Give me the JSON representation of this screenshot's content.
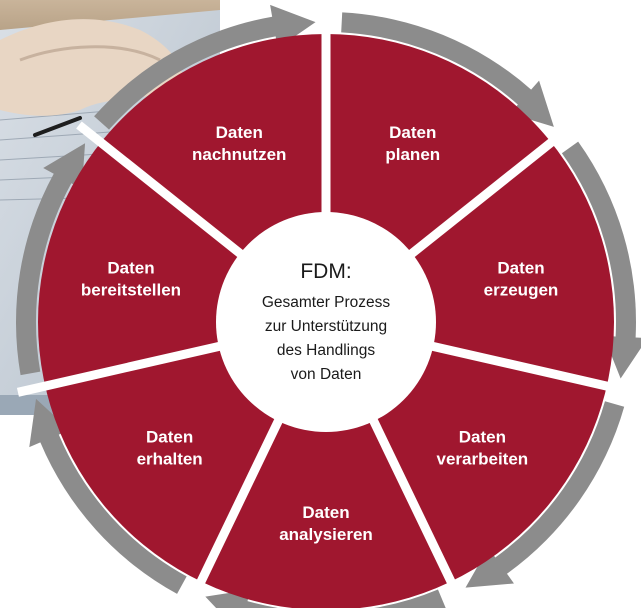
{
  "colors": {
    "segment_fill": "#a0172f",
    "arrow_ring": "#8c8c8c",
    "separator": "#ffffff",
    "center_fill": "#ffffff"
  },
  "background_photo": {
    "icon": "hand-writing-notes-photo"
  },
  "center": {
    "title": "FDM:",
    "lines": [
      "Gesamter Prozess",
      "zur Unterstützung",
      "des Handlings",
      "von Daten"
    ]
  },
  "segments": [
    {
      "line1": "Daten",
      "line2": "planen"
    },
    {
      "line1": "Daten",
      "line2": "erzeugen"
    },
    {
      "line1": "Daten",
      "line2": "verarbeiten"
    },
    {
      "line1": "Daten",
      "line2": "analysieren"
    },
    {
      "line1": "Daten",
      "line2": "erhalten"
    },
    {
      "line1": "Daten",
      "line2": "bereitstellen"
    },
    {
      "line1": "Daten",
      "line2": "nachnutzen"
    }
  ]
}
